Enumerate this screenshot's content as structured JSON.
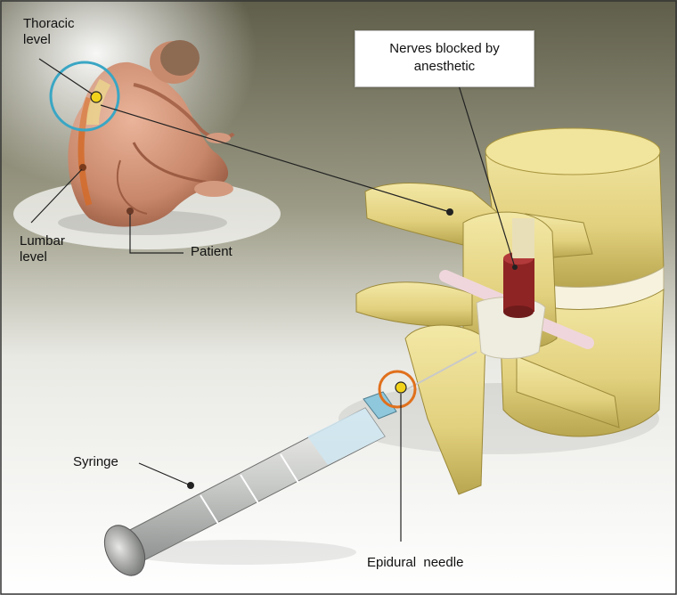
{
  "labels": {
    "thoracic_line1": "Thoracic",
    "thoracic_line2": "level",
    "lumbar_line1": "Lumbar",
    "lumbar_line2": "level",
    "patient": "Patient",
    "nerves_line1": "Nerves blocked by",
    "nerves_line2": "anesthetic",
    "syringe": "Syringe",
    "epidural_needle": "Epidural  needle"
  },
  "colors": {
    "backdrop_top": "#6b6a55",
    "bone": "#e8d98a",
    "bone_shadow": "#b5a24e",
    "skin": "#d9a085",
    "nerve_red": "#8f2424",
    "thoracic_circle": "#3aa6c4",
    "needle_circle": "#e0701c",
    "marker_yellow": "#f2d31b"
  }
}
